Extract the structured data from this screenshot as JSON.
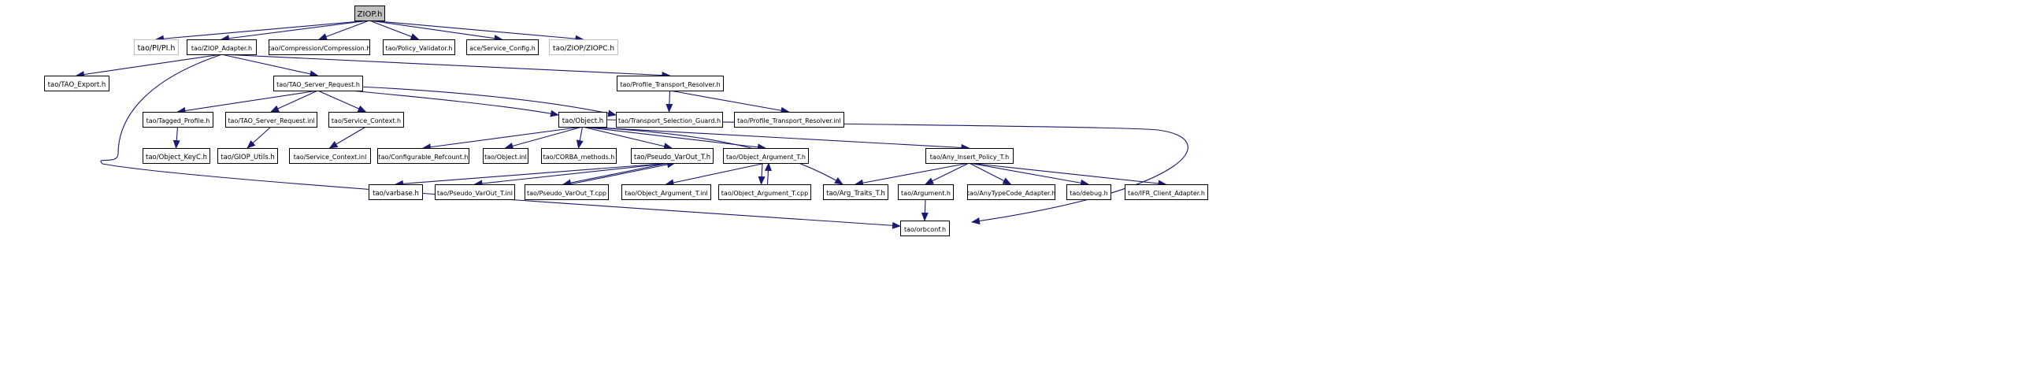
{
  "nodes": [
    {
      "id": "ziop_h",
      "label": "ZIOP.h",
      "style": "root"
    },
    {
      "id": "pi_h",
      "label": "tao/PI/PI.h",
      "style": "external"
    },
    {
      "id": "ziop_adapter",
      "label": "tao/ZIOP_Adapter.h",
      "style": "normal"
    },
    {
      "id": "compression",
      "label": "tao/Compression/Compression.h",
      "style": "normal"
    },
    {
      "id": "policy_validator",
      "label": "tao/Policy_Validator.h",
      "style": "normal"
    },
    {
      "id": "service_config",
      "label": "ace/Service_Config.h",
      "style": "normal"
    },
    {
      "id": "ziopc",
      "label": "tao/ZIOP/ZIOPC.h",
      "style": "external"
    },
    {
      "id": "tao_export",
      "label": "tao/TAO_Export.h",
      "style": "normal"
    },
    {
      "id": "tao_server_request",
      "label": "tao/TAO_Server_Request.h",
      "style": "normal"
    },
    {
      "id": "profile_transport_resolver",
      "label": "tao/Profile_Transport_Resolver.h",
      "style": "normal"
    },
    {
      "id": "tagged_profile",
      "label": "tao/Tagged_Profile.h",
      "style": "normal"
    },
    {
      "id": "tao_server_request_inl",
      "label": "tao/TAO_Server_Request.inl",
      "style": "normal"
    },
    {
      "id": "service_context",
      "label": "tao/Service_Context.h",
      "style": "normal"
    },
    {
      "id": "object_h",
      "label": "tao/Object.h",
      "style": "normal"
    },
    {
      "id": "transport_selection_guard",
      "label": "tao/Transport_Selection_Guard.h",
      "style": "normal"
    },
    {
      "id": "profile_transport_resolver_inl",
      "label": "tao/Profile_Transport_Resolver.inl",
      "style": "normal"
    },
    {
      "id": "object_keyc",
      "label": "tao/Object_KeyC.h",
      "style": "normal"
    },
    {
      "id": "giop_utils",
      "label": "tao/GIOP_Utils.h",
      "style": "normal"
    },
    {
      "id": "service_context_inl",
      "label": "tao/Service_Context.inl",
      "style": "normal"
    },
    {
      "id": "configurable_refcount",
      "label": "tao/Configurable_Refcount.h",
      "style": "normal"
    },
    {
      "id": "object_inl",
      "label": "tao/Object.inl",
      "style": "normal"
    },
    {
      "id": "corba_methods",
      "label": "tao/CORBA_methods.h",
      "style": "normal"
    },
    {
      "id": "pseudo_varout_t_h",
      "label": "tao/Pseudo_VarOut_T.h",
      "style": "normal"
    },
    {
      "id": "object_argument_t_h",
      "label": "tao/Object_Argument_T.h",
      "style": "normal"
    },
    {
      "id": "any_insert_policy_t",
      "label": "tao/Any_Insert_Policy_T.h",
      "style": "normal"
    },
    {
      "id": "varbase",
      "label": "tao/varbase.h",
      "style": "normal"
    },
    {
      "id": "pseudo_varout_t_inl",
      "label": "tao/Pseudo_VarOut_T.inl",
      "style": "normal"
    },
    {
      "id": "pseudo_varout_t_cpp",
      "label": "tao/Pseudo_VarOut_T.cpp",
      "style": "normal"
    },
    {
      "id": "object_argument_t_inl",
      "label": "tao/Object_Argument_T.inl",
      "style": "normal"
    },
    {
      "id": "object_argument_t_cpp",
      "label": "tao/Object_Argument_T.cpp",
      "style": "normal"
    },
    {
      "id": "arg_traits_t",
      "label": "tao/Arg_Traits_T.h",
      "style": "normal"
    },
    {
      "id": "argument_h",
      "label": "tao/Argument.h",
      "style": "normal"
    },
    {
      "id": "anytypecode_adapter",
      "label": "tao/AnyTypeCode_Adapter.h",
      "style": "normal"
    },
    {
      "id": "debug_h",
      "label": "tao/debug.h",
      "style": "normal"
    },
    {
      "id": "ifr_client_adapter",
      "label": "tao/IFR_Client_Adapter.h",
      "style": "normal"
    },
    {
      "id": "orbconf",
      "label": "tao/orbconf.h",
      "style": "normal"
    }
  ],
  "edges": [
    {
      "from": "ziop_h",
      "to": "pi_h"
    },
    {
      "from": "ziop_h",
      "to": "ziop_adapter"
    },
    {
      "from": "ziop_h",
      "to": "compression"
    },
    {
      "from": "ziop_h",
      "to": "policy_validator"
    },
    {
      "from": "ziop_h",
      "to": "service_config"
    },
    {
      "from": "ziop_h",
      "to": "ziopc"
    },
    {
      "from": "ziop_adapter",
      "to": "tao_export"
    },
    {
      "from": "ziop_adapter",
      "to": "tao_server_request"
    },
    {
      "from": "ziop_adapter",
      "to": "profile_transport_resolver"
    },
    {
      "from": "ziop_adapter",
      "to": "orbconf"
    },
    {
      "from": "tao_server_request",
      "to": "tagged_profile"
    },
    {
      "from": "tao_server_request",
      "to": "tao_server_request_inl"
    },
    {
      "from": "tao_server_request",
      "to": "service_context"
    },
    {
      "from": "tao_server_request",
      "to": "object_h"
    },
    {
      "from": "tao_server_request",
      "to": "transport_selection_guard"
    },
    {
      "from": "profile_transport_resolver",
      "to": "transport_selection_guard"
    },
    {
      "from": "profile_transport_resolver",
      "to": "profile_transport_resolver_inl"
    },
    {
      "from": "tagged_profile",
      "to": "object_keyc"
    },
    {
      "from": "tao_server_request_inl",
      "to": "giop_utils"
    },
    {
      "from": "service_context",
      "to": "service_context_inl"
    },
    {
      "from": "object_h",
      "to": "configurable_refcount"
    },
    {
      "from": "object_h",
      "to": "object_inl"
    },
    {
      "from": "object_h",
      "to": "corba_methods"
    },
    {
      "from": "object_h",
      "to": "pseudo_varout_t_h"
    },
    {
      "from": "object_h",
      "to": "object_argument_t_h"
    },
    {
      "from": "object_h",
      "to": "any_insert_policy_t"
    },
    {
      "from": "object_h",
      "to": "arg_traits_t"
    },
    {
      "from": "object_h",
      "to": "orbconf"
    },
    {
      "from": "pseudo_varout_t_h",
      "to": "varbase"
    },
    {
      "from": "pseudo_varout_t_h",
      "to": "pseudo_varout_t_inl"
    },
    {
      "from": "pseudo_varout_t_h",
      "to": "pseudo_varout_t_cpp"
    },
    {
      "from": "pseudo_varout_t_cpp",
      "to": "pseudo_varout_t_h"
    },
    {
      "from": "object_argument_t_h",
      "to": "object_argument_t_inl"
    },
    {
      "from": "object_argument_t_h",
      "to": "object_argument_t_cpp"
    },
    {
      "from": "object_argument_t_cpp",
      "to": "object_argument_t_h"
    },
    {
      "from": "any_insert_policy_t",
      "to": "arg_traits_t"
    },
    {
      "from": "any_insert_policy_t",
      "to": "argument_h"
    },
    {
      "from": "any_insert_policy_t",
      "to": "anytypecode_adapter"
    },
    {
      "from": "any_insert_policy_t",
      "to": "debug_h"
    },
    {
      "from": "any_insert_policy_t",
      "to": "ifr_client_adapter"
    },
    {
      "from": "argument_h",
      "to": "orbconf"
    }
  ],
  "colors": {
    "edge": "#191970",
    "box_border": "#000000",
    "external_border": "#bfbfbf",
    "root_fill": "#bfbfbf",
    "box_fill": "#ffffff",
    "text": "#000000"
  }
}
